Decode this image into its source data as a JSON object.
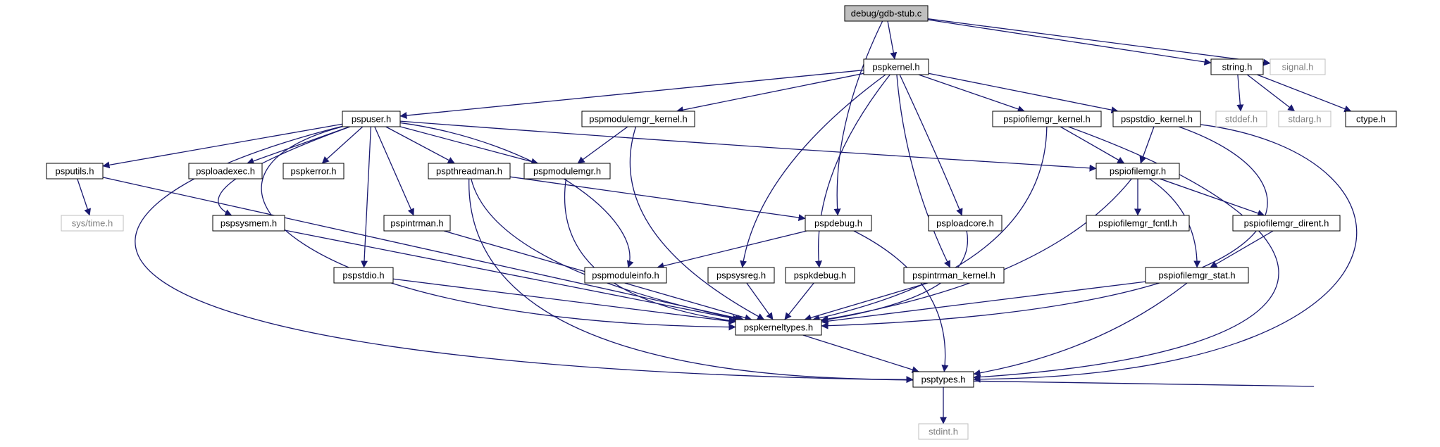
{
  "colors": {
    "edge": "#191970",
    "box_border": "#000000",
    "box_fill": "#ffffff",
    "root_fill": "#bfbfbf",
    "missing_border": "#bfbfbf",
    "missing_text": "#7f7f7f",
    "text": "#000000"
  },
  "nodes": [
    {
      "id": "gdbstub",
      "label": "debug/gdb-stub.c",
      "kind": "root"
    },
    {
      "id": "pspkernel",
      "label": "pspkernel.h",
      "kind": "normal"
    },
    {
      "id": "string",
      "label": "string.h",
      "kind": "normal"
    },
    {
      "id": "signal",
      "label": "signal.h",
      "kind": "missing"
    },
    {
      "id": "pspuser",
      "label": "pspuser.h",
      "kind": "normal"
    },
    {
      "id": "pspmodulemgr_kernel",
      "label": "pspmodulemgr_kernel.h",
      "kind": "normal"
    },
    {
      "id": "pspiofilemgr_kernel",
      "label": "pspiofilemgr_kernel.h",
      "kind": "normal"
    },
    {
      "id": "pspstdio_kernel",
      "label": "pspstdio_kernel.h",
      "kind": "normal"
    },
    {
      "id": "stddef",
      "label": "stddef.h",
      "kind": "missing"
    },
    {
      "id": "stdarg",
      "label": "stdarg.h",
      "kind": "missing"
    },
    {
      "id": "ctype",
      "label": "ctype.h",
      "kind": "normal"
    },
    {
      "id": "psputils",
      "label": "psputils.h",
      "kind": "normal"
    },
    {
      "id": "psploadexec",
      "label": "psploadexec.h",
      "kind": "normal"
    },
    {
      "id": "pspkerror",
      "label": "pspkerror.h",
      "kind": "normal"
    },
    {
      "id": "pspthreadman",
      "label": "pspthreadman.h",
      "kind": "normal"
    },
    {
      "id": "pspmodulemgr",
      "label": "pspmodulemgr.h",
      "kind": "normal"
    },
    {
      "id": "pspiofilemgr",
      "label": "pspiofilemgr.h",
      "kind": "normal"
    },
    {
      "id": "systime",
      "label": "sys/time.h",
      "kind": "missing"
    },
    {
      "id": "pspsysmem",
      "label": "pspsysmem.h",
      "kind": "normal"
    },
    {
      "id": "pspintrman",
      "label": "pspintrman.h",
      "kind": "normal"
    },
    {
      "id": "pspdebug",
      "label": "pspdebug.h",
      "kind": "normal"
    },
    {
      "id": "psploadcore",
      "label": "psploadcore.h",
      "kind": "normal"
    },
    {
      "id": "pspiofilemgr_fcntl",
      "label": "pspiofilemgr_fcntl.h",
      "kind": "normal"
    },
    {
      "id": "pspiofilemgr_dirent",
      "label": "pspiofilemgr_dirent.h",
      "kind": "normal"
    },
    {
      "id": "pspstdio",
      "label": "pspstdio.h",
      "kind": "normal"
    },
    {
      "id": "pspmoduleinfo",
      "label": "pspmoduleinfo.h",
      "kind": "normal"
    },
    {
      "id": "pspsysreg",
      "label": "pspsysreg.h",
      "kind": "normal"
    },
    {
      "id": "pspkdebug",
      "label": "pspkdebug.h",
      "kind": "normal"
    },
    {
      "id": "pspintrman_kernel",
      "label": "pspintrman_kernel.h",
      "kind": "normal"
    },
    {
      "id": "pspiofilemgr_stat",
      "label": "pspiofilemgr_stat.h",
      "kind": "normal"
    },
    {
      "id": "pspkerneltypes",
      "label": "pspkerneltypes.h",
      "kind": "normal"
    },
    {
      "id": "psptypes",
      "label": "psptypes.h",
      "kind": "normal"
    },
    {
      "id": "stdint",
      "label": "stdint.h",
      "kind": "missing"
    }
  ],
  "edges": [
    [
      "gdbstub",
      "pspkernel"
    ],
    [
      "gdbstub",
      "pspdebug"
    ],
    [
      "gdbstub",
      "string"
    ],
    [
      "gdbstub",
      "signal"
    ],
    [
      "pspkernel",
      "pspuser"
    ],
    [
      "pspkernel",
      "pspmodulemgr_kernel"
    ],
    [
      "pspkernel",
      "pspiofilemgr_kernel"
    ],
    [
      "pspkernel",
      "pspstdio_kernel"
    ],
    [
      "pspkernel",
      "pspsysreg"
    ],
    [
      "pspkernel",
      "pspkdebug"
    ],
    [
      "pspkernel",
      "pspintrman_kernel"
    ],
    [
      "pspkernel",
      "psploadcore"
    ],
    [
      "string",
      "stddef"
    ],
    [
      "string",
      "stdarg"
    ],
    [
      "string",
      "ctype"
    ],
    [
      "pspuser",
      "psputils"
    ],
    [
      "pspuser",
      "psploadexec"
    ],
    [
      "pspuser",
      "pspkerror"
    ],
    [
      "pspuser",
      "pspthreadman"
    ],
    [
      "pspuser",
      "pspmodulemgr"
    ],
    [
      "pspuser",
      "pspiofilemgr"
    ],
    [
      "pspuser",
      "pspsysmem"
    ],
    [
      "pspuser",
      "pspintrman"
    ],
    [
      "pspuser",
      "pspstdio"
    ],
    [
      "pspuser",
      "pspmoduleinfo"
    ],
    [
      "pspuser",
      "pspkerneltypes"
    ],
    [
      "pspuser",
      "psptypes"
    ],
    [
      "pspmodulemgr_kernel",
      "pspmodulemgr"
    ],
    [
      "pspmodulemgr_kernel",
      "pspkerneltypes"
    ],
    [
      "pspiofilemgr_kernel",
      "pspiofilemgr"
    ],
    [
      "pspiofilemgr_kernel",
      "pspkerneltypes"
    ],
    [
      "pspiofilemgr_kernel",
      "psptypes"
    ],
    [
      "pspstdio_kernel",
      "pspiofilemgr"
    ],
    [
      "pspstdio_kernel",
      "pspkerneltypes"
    ],
    [
      "pspstdio_kernel",
      "psptypes"
    ],
    [
      "psputils",
      "systime"
    ],
    [
      "psputils",
      "pspkerneltypes"
    ],
    [
      "pspthreadman",
      "pspdebug"
    ],
    [
      "pspthreadman",
      "pspkerneltypes"
    ],
    [
      "pspthreadman",
      "psptypes"
    ],
    [
      "pspmodulemgr",
      "pspkerneltypes"
    ],
    [
      "pspiofilemgr",
      "pspiofilemgr_fcntl"
    ],
    [
      "pspiofilemgr",
      "pspiofilemgr_dirent"
    ],
    [
      "pspiofilemgr",
      "pspiofilemgr_stat"
    ],
    [
      "pspiofilemgr",
      "pspkerneltypes"
    ],
    [
      "pspsysmem",
      "pspkerneltypes"
    ],
    [
      "pspintrman",
      "pspkerneltypes"
    ],
    [
      "pspdebug",
      "pspmoduleinfo"
    ],
    [
      "pspdebug",
      "psptypes"
    ],
    [
      "psploadcore",
      "pspkerneltypes"
    ],
    [
      "pspiofilemgr_dirent",
      "pspiofilemgr_stat"
    ],
    [
      "pspstdio",
      "pspkerneltypes"
    ],
    [
      "pspsysreg",
      "pspkerneltypes"
    ],
    [
      "pspkdebug",
      "pspkerneltypes"
    ],
    [
      "pspintrman_kernel",
      "pspkerneltypes"
    ],
    [
      "pspiofilemgr_stat",
      "pspkerneltypes"
    ],
    [
      "pspiofilemgr_stat",
      "psptypes"
    ],
    [
      "pspkerneltypes",
      "psptypes"
    ],
    [
      "psptypes",
      "stdint"
    ]
  ]
}
